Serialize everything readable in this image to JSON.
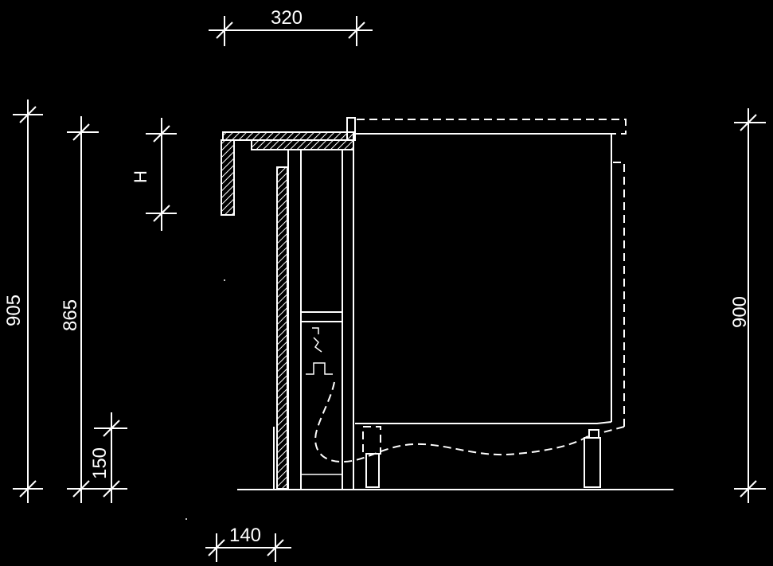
{
  "dimensions": {
    "top_width": "320",
    "bottom_width": "140",
    "total_height": "905",
    "counter_height": "865",
    "plinth_height": "150",
    "h_label": "H",
    "appliance_height": "900"
  }
}
